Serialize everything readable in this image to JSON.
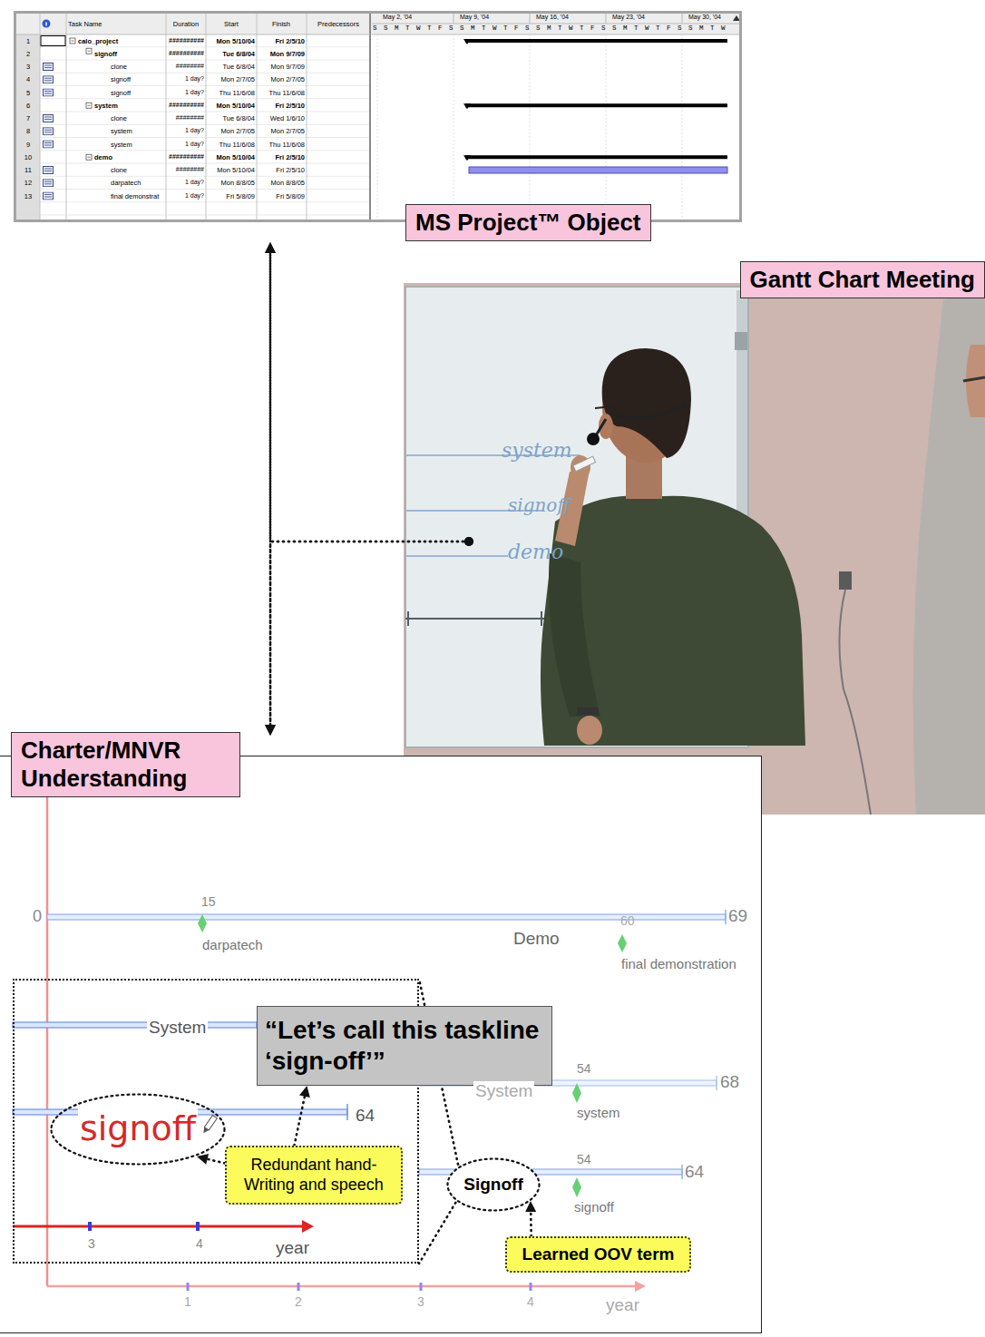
{
  "diagram": {
    "nodes": [
      {
        "text": [
          "MS Project™ Object"
        ]
      },
      {
        "text": [
          "Gantt Chart Meeting"
        ]
      },
      {
        "text": [
          "Charter/MNVR Understanding"
        ]
      },
      {
        "text": [
          "System",
          "64",
          "3",
          "4",
          "year"
        ],
        "in": 2
      },
      {
        "text": [
          "“Let’s call this taskline ‘sign-off’”"
        ],
        "in": 2
      },
      {
        "text": [
          "signoff"
        ],
        "in": 3
      },
      {
        "text": [
          "Redundant hand-Writing and speech"
        ],
        "in": 2
      },
      {
        "text": [
          "Signoff"
        ],
        "in": 2
      },
      {
        "text": [
          "Learned OOV term"
        ],
        "in": 2
      }
    ],
    "edges": [
      {
        "from": 0,
        "to": 2,
        "arrow": "both"
      },
      {
        "from": 1,
        "to": 0,
        "arrow": "to"
      },
      {
        "from": 1,
        "to": 2,
        "arrow": "to"
      },
      {
        "from": 6,
        "to": 5,
        "arrow": "to"
      },
      {
        "from": 6,
        "to": 4,
        "arrow": "to"
      },
      {
        "from": 8,
        "to": 7,
        "arrow": "to"
      },
      {
        "from": 7,
        "to": 3,
        "arrow": "none"
      },
      {
        "from": 7,
        "to": 3,
        "arrow": "none"
      }
    ],
    "labels": [
      "Task Name",
      "Duration",
      "Start",
      "Finish",
      "Predecessors",
      "1",
      "calo_project",
      "##########",
      "Mon 5/10/04",
      "Fri 2/5/10",
      "2",
      "signoff",
      "##########",
      "Tue 6/8/04",
      "Mon 9/7/09",
      "3",
      "clone",
      "########",
      "Tue 6/8/04",
      "Mon 9/7/09",
      "4",
      "signoff",
      "1 day?",
      "Mon 2/7/05",
      "Mon 2/7/05",
      "5",
      "signoff",
      "1 day?",
      "Thu 11/6/08",
      "Thu 11/6/08",
      "6",
      "system",
      "##########",
      "Mon 5/10/04",
      "Fri 2/5/10",
      "7",
      "clone",
      "########",
      "Tue 6/8/04",
      "Wed 1/6/10",
      "8",
      "system",
      "1 day?",
      "Mon 2/7/05",
      "Mon 2/7/05",
      "9",
      "system",
      "1 day?",
      "Thu 11/6/08",
      "Thu 11/6/08",
      "10",
      "demo",
      "##########",
      "Mon 5/10/04",
      "Fri 2/5/10",
      "11",
      "clone",
      "########",
      "Mon 5/10/04",
      "Fri 2/5/10",
      "12",
      "darpatech",
      "1 day?",
      "Mon 8/8/05",
      "Mon 8/8/05",
      "13",
      "final demonstrat",
      "1 day?",
      "Fri 5/8/09",
      "Fri 5/8/09",
      "May 2, '04",
      "May 9, '04",
      "May 16, '04",
      "May 23, '04",
      "May 30, '04",
      "S S M T W T F S S M T W T F S S M T W T F S S M T W T F S S M T W",
      "system",
      "signoff",
      "demo",
      "0",
      "15",
      "darpatech",
      "69",
      "Demo",
      "60",
      "final demonstration",
      "54",
      "68",
      "System",
      "system",
      "54",
      "64",
      "signoff",
      "1",
      "2",
      "3",
      "4",
      "year"
    ]
  }
}
